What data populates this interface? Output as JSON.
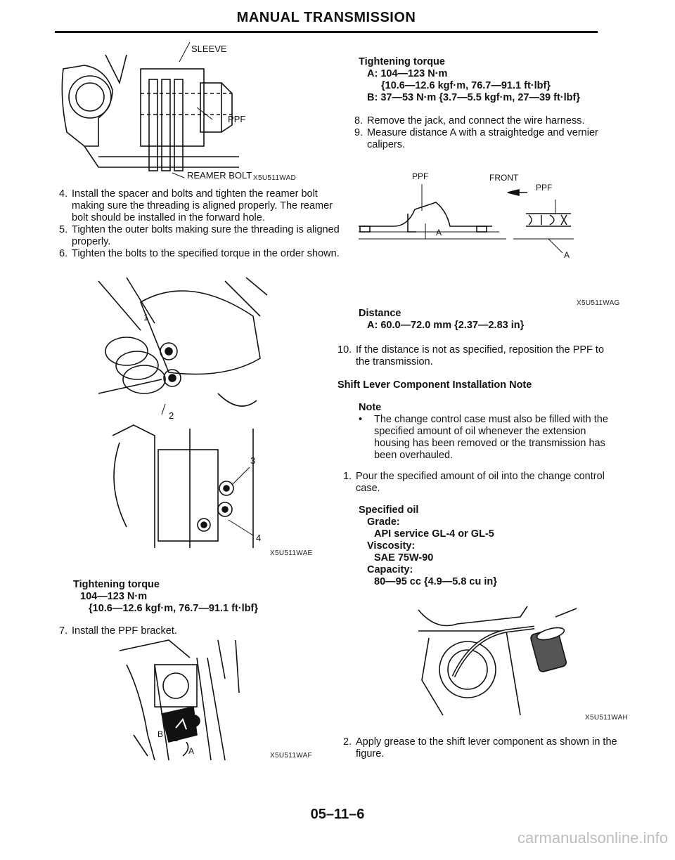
{
  "header": {
    "title": "MANUAL TRANSMISSION"
  },
  "left": {
    "fig1": {
      "label_sleeve": "SLEEVE",
      "label_ppf": "PPF",
      "label_reamer": "REAMER BOLT",
      "code": "X5U511WAD"
    },
    "steps_a": [
      {
        "num": "4.",
        "text": "Install the spacer and bolts and tighten the reamer bolt making sure the threading is aligned properly. The reamer bolt should be installed in the forward hole."
      },
      {
        "num": "5.",
        "text": "Tighten the outer bolts making sure the threading is aligned properly."
      },
      {
        "num": "6.",
        "text": "Tighten the bolts to the specified torque in the order shown."
      }
    ],
    "fig2": {
      "n1": "1",
      "n2": "2",
      "n3": "3",
      "n4": "4",
      "code": "X5U511WAE"
    },
    "torque": {
      "heading": "Tightening torque",
      "line1": "104—123 N·m",
      "line2": "{10.6—12.6 kgf·m, 76.7—91.1 ft·lbf}"
    },
    "step7": {
      "num": "7.",
      "text": "Install the PPF bracket."
    },
    "fig3": {
      "label_b1": "B",
      "label_b2": "B",
      "label_a": "A",
      "code": "X5U511WAF"
    }
  },
  "right": {
    "torque": {
      "heading": "Tightening torque",
      "a": "A: 104—123 N·m",
      "a2": "{10.6—12.6 kgf·m, 76.7—91.1 ft·lbf}",
      "b": "B: 37—53 N·m {3.7—5.5 kgf·m, 27—39 ft·lbf}"
    },
    "steps_b": [
      {
        "num": "8.",
        "text": "Remove the jack, and connect the wire harness."
      },
      {
        "num": "9.",
        "text": "Measure distance A with a straightedge and vernier calipers."
      }
    ],
    "fig4": {
      "ppf1": "PPF",
      "front": "FRONT",
      "ppf2": "PPF",
      "a1": "A",
      "a2": "A",
      "code": "X5U511WAG"
    },
    "distance": {
      "heading": "Distance",
      "value": "A: 60.0—72.0 mm {2.37—2.83 in}"
    },
    "step10": {
      "num": "10.",
      "text": "If the distance is not as specified, reposition the PPF to the transmission."
    },
    "section_title": "Shift Lever Component Installation Note",
    "note": {
      "heading": "Note",
      "bullet": "The change control case must also be filled with the specified amount of oil whenever the extension housing has been removed or the transmission has been overhauled."
    },
    "step1": {
      "num": "1.",
      "text": "Pour the specified amount of oil into the change control case."
    },
    "oil": {
      "heading": "Specified oil",
      "grade_label": "Grade:",
      "grade_value": "API service GL-4 or GL-5",
      "viscosity_label": "Viscosity:",
      "viscosity_value": "SAE 75W-90",
      "capacity_label": "Capacity:",
      "capacity_value": "80—95 cc {4.9—5.8 cu in}"
    },
    "fig5": {
      "code": "X5U511WAH"
    },
    "step2": {
      "num": "2.",
      "text": "Apply grease to the shift lever component as shown in the figure."
    }
  },
  "footer": {
    "page": "05–11–6"
  },
  "watermark": "carmanualsonline.info"
}
